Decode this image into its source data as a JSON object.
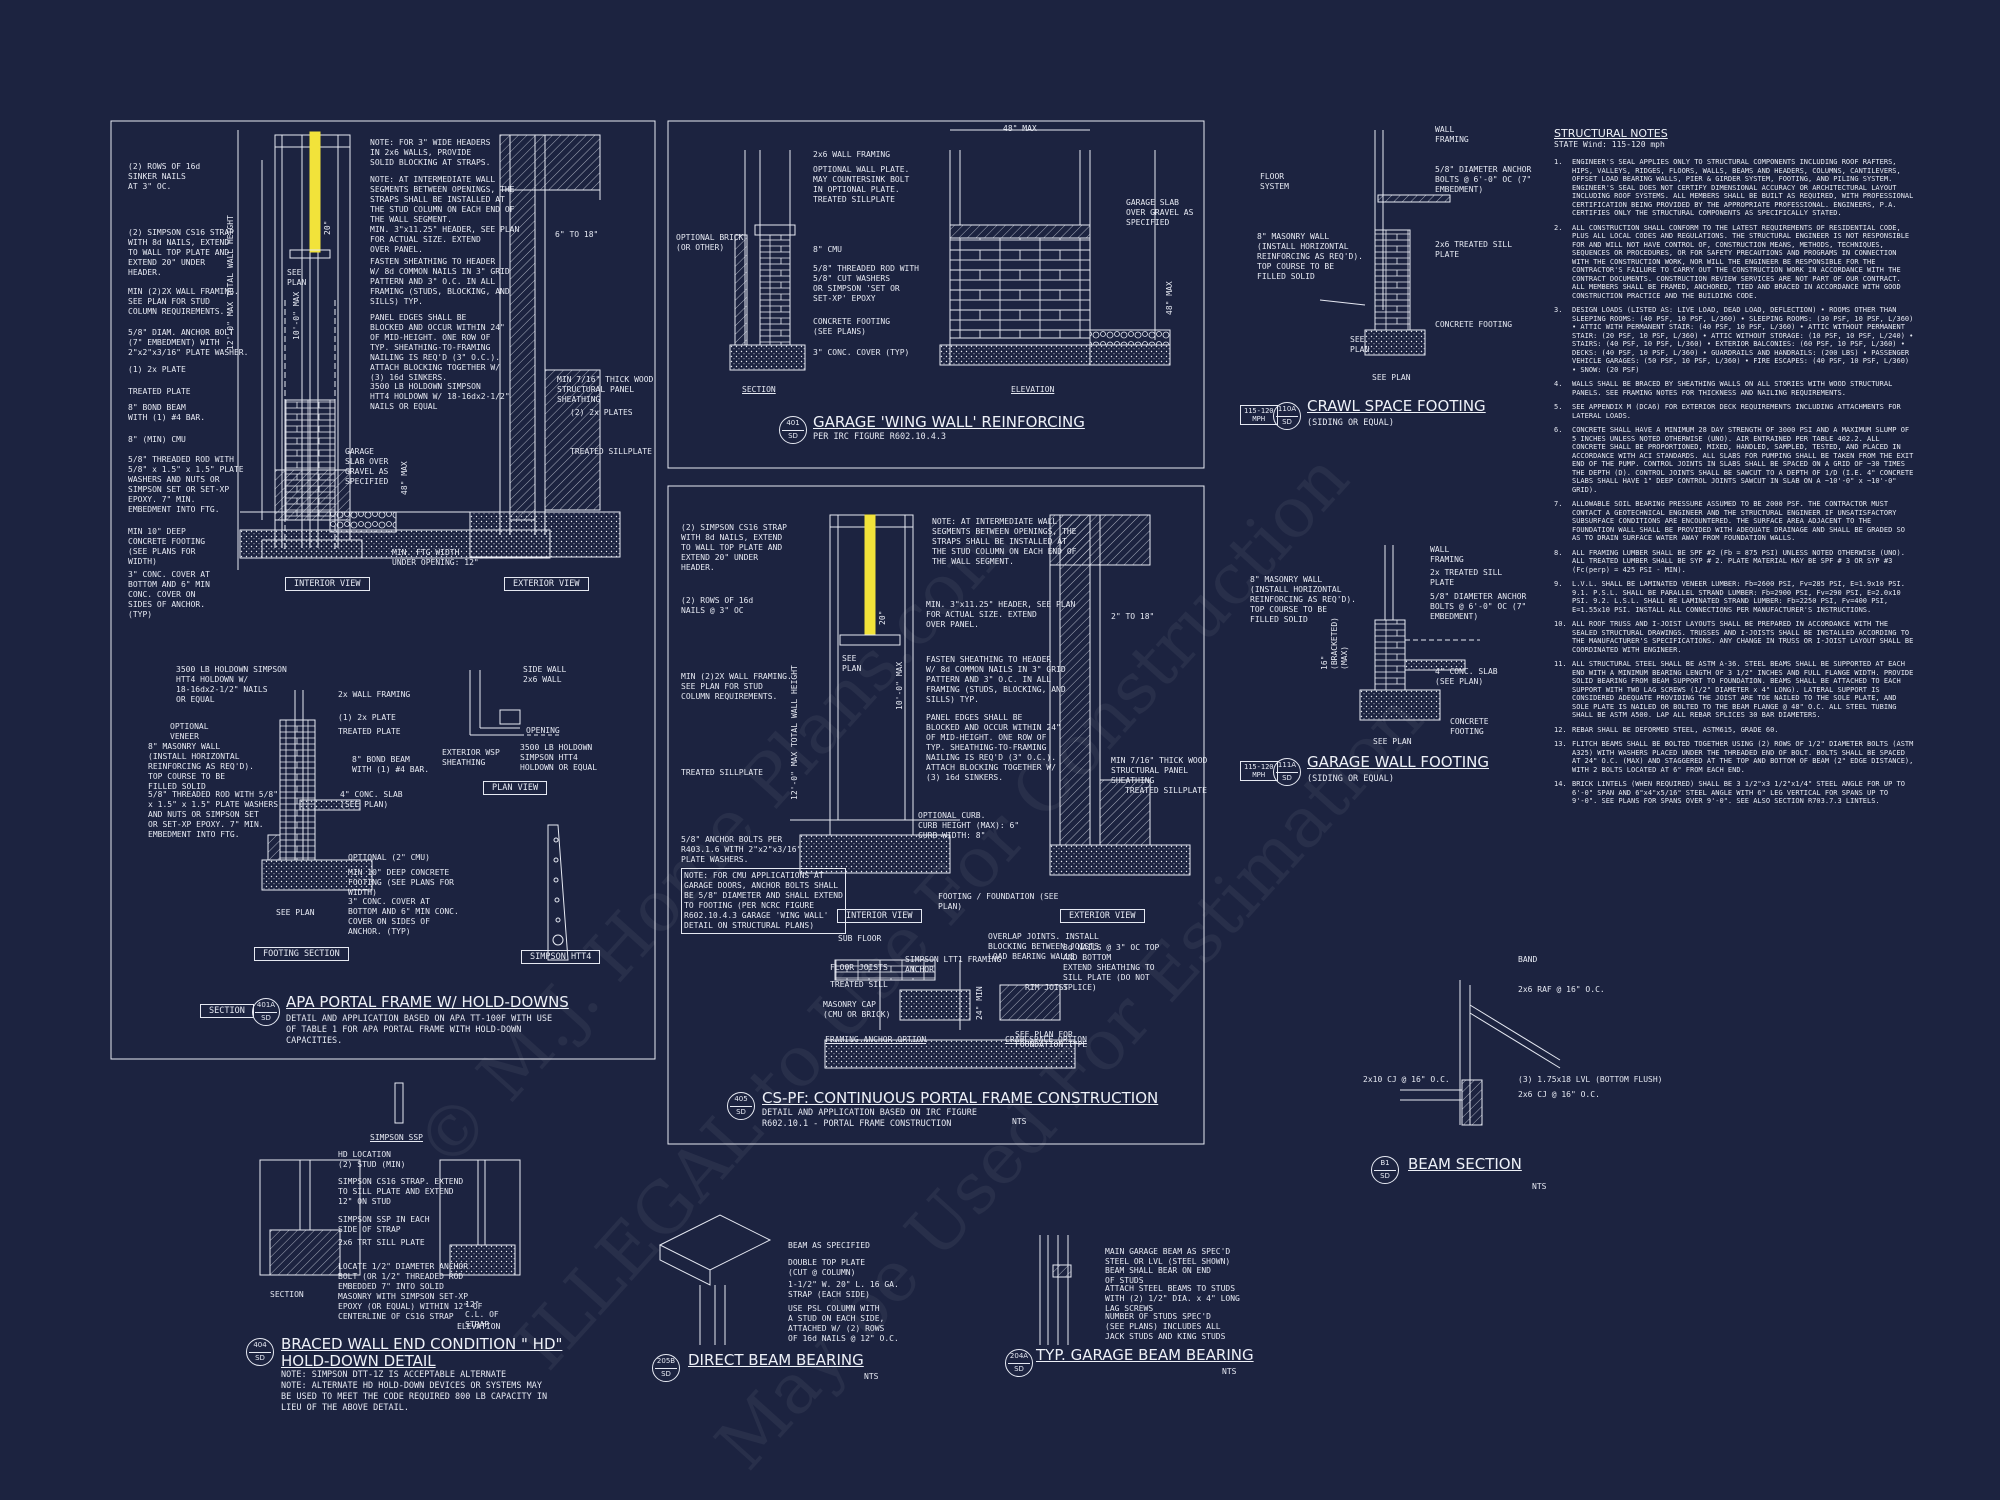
{
  "colors": {
    "background": "#1c2340",
    "line": "#e6e9f2",
    "highlight": "#f2e33a"
  },
  "watermark": {
    "line1": "© M.J. Home Plans.com",
    "line2": "ILLEGAL to Use For Construction",
    "line3": "May be Used For Estimation"
  },
  "portal_frame": {
    "title": "APA PORTAL FRAME W/ HOLD-DOWNS",
    "section_label": "SECTION",
    "bubble_top": "401A",
    "bubble_bottom": "SD",
    "subtitle": "DETAIL AND APPLICATION BASED ON APA TT-100F WITH USE\nOF TABLE 1 FOR APA PORTAL FRAME WITH HOLD-DOWN\nCAPACITIES.",
    "interior_view": "INTERIOR VIEW",
    "exterior_view": "EXTERIOR VIEW",
    "footing_section": "FOOTING SECTION",
    "plan_view": "PLAN VIEW",
    "simpson": "SIMPSON HTT4",
    "labels": {
      "l1": "(2) ROWS OF 16d\nSINKER NAILS\nAT 3\" OC.",
      "l2": "(2) SIMPSON CS16 STRAP\nWITH 8d NAILS, EXTEND\nTO WALL TOP PLATE AND\nEXTEND 20\" UNDER\nHEADER.",
      "l3": "MIN (2)2X WALL FRAMING.\nSEE PLAN FOR STUD\nCOLUMN REQUIREMENTS.",
      "l4": "5/8\" DIAM. ANCHOR BOLT\n(7\" EMBEDMENT) WITH\n2\"x2\"x3/16\" PLATE WASHER.",
      "l5": "(1) 2x PLATE",
      "l6": "TREATED PLATE",
      "l7": "8\" BOND BEAM\nWITH (1) #4 BAR.",
      "l8": "8\" (MIN) CMU",
      "l9": "5/8\" THREADED ROD WITH\n5/8\" x 1.5\" x 1.5\" PLATE\nWASHERS AND NUTS OR\nSIMPSON SET OR SET-XP\nEPOXY. 7\" MIN.\nEMBEDMENT INTO FTG.",
      "l10": "MIN 10\" DEEP\nCONCRETE FOOTING\n(SEE PLANS FOR\nWIDTH)",
      "l11": "3\" CONC. COVER AT\nBOTTOM AND 6\" MIN\nCONC. COVER ON\nSIDES OF ANCHOR.\n(TYP)",
      "r1": "NOTE: FOR 3\" WIDE HEADERS\nIN 2x6 WALLS, PROVIDE\nSOLID BLOCKING AT STRAPS.",
      "r2": "NOTE: AT INTERMEDIATE WALL\nSEGMENTS BETWEEN OPENINGS, THE\nSTRAPS SHALL BE INSTALLED AT\nTHE STUD COLUMN ON EACH END OF\nTHE WALL SEGMENT.",
      "r3": "MIN. 3\"x11.25\" HEADER, SEE PLAN\nFOR ACTUAL SIZE. EXTEND\nOVER PANEL.",
      "r4": "FASTEN SHEATHING TO HEADER\nW/ 8d COMMON NAILS IN 3\" GRID\nPATTERN AND 3\" O.C. IN ALL\nFRAMING (STUDS, BLOCKING, AND\nSILLS) TYP.",
      "r5": "PANEL EDGES SHALL BE\nBLOCKED AND OCCUR WITHIN 24\"\nOF MID-HEIGHT. ONE ROW OF\nTYP. SHEATHING-TO-FRAMING\nNAILING IS REQ'D (3\" O.C.).\nATTACH BLOCKING TOGETHER W/\n(3) 16d SINKERS.",
      "r6": "3500 LB HOLDOWN SIMPSON\nHTT4 HOLDOWN W/ 18-16dx2-1/2\"\nNAILS OR EQUAL",
      "r7": "GARAGE\nSLAB OVER\nGRAVEL AS\nSPECIFIED",
      "r8": "MIN. FTG WIDTH\nUNDER OPENING: 12\"",
      "e1": "6\" TO 18\"",
      "e2": "MIN 7/16\" THICK WOOD\nSTRUCTURAL PANEL\nSHEATHING",
      "e3": "(2) 2x PLATES",
      "e4": "TREATED SILLPLATE",
      "f1": "3500 LB HOLDOWN SIMPSON\nHTT4 HOLDOWN W/\n18-16dx2-1/2\" NAILS\nOR EQUAL",
      "f2": "2x WALL FRAMING",
      "f3": "OPTIONAL\nVENEER",
      "f4": "(1) 2x PLATE",
      "f5": "TREATED PLATE",
      "f6": "8\" MASONRY WALL\n(INSTALL HORIZONTAL\nREINFORCING AS REQ'D).\nTOP COURSE TO BE\nFILLED SOLID",
      "f7": "8\" BOND BEAM\nWITH (1) #4 BAR.",
      "f8": "5/8\" THREADED ROD WITH 5/8\"\nx 1.5\" x 1.5\" PLATE WASHERS\nAND NUTS OR SIMPSON SET\nOR SET-XP EPOXY. 7\" MIN.\nEMBEDMENT INTO FTG.",
      "f9": "4\" CONC. SLAB\n(SEE PLAN)",
      "f10": "OPTIONAL (2\" CMU)",
      "f11": "MIN 10\" DEEP CONCRETE\nFOOTING (SEE PLANS FOR\nWIDTH)",
      "f12": "3\" CONC. COVER AT\nBOTTOM AND 6\" MIN CONC.\nCOVER ON SIDES OF\nANCHOR. (TYP)",
      "f13": "SEE PLAN",
      "p1": "SIDE WALL",
      "p2": "2x6 WALL",
      "p3": "OPENING",
      "p4": "EXTERIOR WSP\nSHEATHING",
      "p5": "3500 LB HOLDOWN\nSIMPSON HTT4\nHOLDOWN OR EQUAL",
      "dim1": "12'-0\" MAX TOTAL WALL HEIGHT",
      "dim2": "10'-0\" MAX",
      "dim3": "48\" MAX",
      "dim4": "20\"",
      "see_plan": "SEE\nPLAN"
    }
  },
  "wing_wall": {
    "title": "GARAGE 'WING WALL' REINFORCING",
    "bubble_top": "401",
    "bubble_bottom": "SD",
    "subtitle": "PER IRC FIGURE R602.10.4.3",
    "section": "SECTION",
    "elevation": "ELEVATION",
    "labels": {
      "a1": "2x6 WALL FRAMING",
      "a2": "OPTIONAL WALL PLATE.\nMAY COUNTERSINK BOLT\nIN OPTIONAL PLATE.",
      "a3": "TREATED SILLPLATE",
      "a4": "OPTIONAL BRICK\n(OR OTHER)",
      "a5": "8\" CMU",
      "a6": "5/8\" THREADED ROD WITH\n5/8\" CUT WASHERS\nOR SIMPSON 'SET OR\nSET-XP' EPOXY",
      "a7": "CONCRETE FOOTING\n(SEE PLANS)",
      "a8": "3\" CONC. COVER (TYP)",
      "a9": "48\" MAX",
      "a10": "GARAGE SLAB\nOVER GRAVEL AS\nSPECIFIED",
      "a11": "48\" MAX"
    }
  },
  "cspf": {
    "title": "CS-PF: CONTINUOUS PORTAL FRAME CONSTRUCTION",
    "bubble_top": "405",
    "bubble_bottom": "SD",
    "subtitle": "DETAIL AND APPLICATION BASED ON IRC FIGURE\nR602.10.1 - PORTAL FRAME CONSTRUCTION",
    "nts": "NTS",
    "interior_view": "INTERIOR VIEW",
    "exterior_view": "EXTERIOR VIEW",
    "labels": {
      "c1": "(2) SIMPSON CS16 STRAP\nWITH 8d NAILS, EXTEND\nTO WALL TOP PLATE AND\nEXTEND 20\" UNDER\nHEADER.",
      "c2": "(2) ROWS OF 16d\nNAILS @ 3\" OC",
      "c3": "MIN (2)2X WALL FRAMING.\nSEE PLAN FOR STUD\nCOLUMN REQUIREMENTS.",
      "c4": "TREATED SILLPLATE",
      "c5": "5/8\" ANCHOR BOLTS PER\nR403.1.6 WITH 2\"x2\"x3/16\"\nPLATE WASHERS.",
      "c6": "NOTE: FOR CMU APPLICATIONS AT\nGARAGE DOORS, ANCHOR BOLTS SHALL\nBE 5/8\" DIAMETER AND SHALL EXTEND\nTO FOOTING (PER NCRC FIGURE\nR602.10.4.3 GARAGE 'WING WALL'\nDETAIL ON STRUCTURAL PLANS)",
      "c7": "NOTE: AT INTERMEDIATE WALL\nSEGMENTS BETWEEN OPENINGS, THE\nSTRAPS SHALL BE INSTALLED AT\nTHE STUD COLUMN ON EACH END OF\nTHE WALL SEGMENT.",
      "c8": "MIN. 3\"x11.25\" HEADER, SEE PLAN\nFOR ACTUAL SIZE. EXTEND\nOVER PANEL.",
      "c9": "FASTEN SHEATHING TO HEADER\nW/ 8d COMMON NAILS IN 3\" GRID\nPATTERN AND 3\" O.C. IN ALL\nFRAMING (STUDS, BLOCKING, AND\nSILLS) TYP.",
      "c10": "PANEL EDGES SHALL BE\nBLOCKED AND OCCUR WITHIN 24\"\nOF MID-HEIGHT. ONE ROW OF\nTYP. SHEATHING-TO-FRAMING\nNAILING IS REQ'D (3\" O.C.).\nATTACH BLOCKING TOGETHER W/\n(3) 16d SINKERS.",
      "c11": "2\" TO 18\"",
      "c12": "MIN 7/16\" THICK WOOD\nSTRUCTURAL PANEL\nSHEATHING",
      "c13": "TREATED SILLPLATE",
      "c14": "OPTIONAL CURB.\nCURB HEIGHT (MAX): 6\"\nCURB WIDTH: 8\"",
      "c15": "FOOTING / FOUNDATION (SEE\nPLAN)",
      "c16": "SUB FLOOR",
      "c17": "FLOOR JOISTS",
      "c18": "TREATED SILL",
      "c19": "MASONRY CAP\n(CMU OR BRICK)",
      "c20": "FRAMING ANCHOR OPTION",
      "c21": "OVERLAP JOINTS. INSTALL\nBLOCKING BETWEEN JOISTS\nLOAD BEARING WALLS",
      "c22": "SIMPSON LTT1 FRAMING\nANCHOR",
      "c23": "8d NAILS @ 3\" OC TOP\nAND BOTTOM",
      "c24": "EXTEND SHEATHING TO\nSILL PLATE (DO NOT\nSPLICE)",
      "c25": "SEE PLAN FOR\nFOUNDATION TYPE",
      "c26": "CRAWLSPACE OPTION",
      "c27": "RIM JOIST",
      "c28": "12'-0\" MAX TOTAL WALL HEIGHT",
      "c29": "10'-0\" MAX",
      "c30": "20\"",
      "c31": "SEE\nPLAN",
      "c32": "24\" MIN"
    }
  },
  "crawl": {
    "title": "CRAWL SPACE FOOTING",
    "bubble_top": "110A",
    "bubble_bottom": "SD",
    "mph": "115-120\nMPH",
    "subtitle": "(SIDING OR EQUAL)",
    "labels": {
      "k1": "WALL\nFRAMING",
      "k2": "FLOOR\nSYSTEM",
      "k3": "5/8\" DIAMETER ANCHOR\nBOLTS @ 6'-0\" OC (7\"\nEMBEDMENT)",
      "k4": "8\" MASONRY WALL\n(INSTALL HORIZONTAL\nREINFORCING AS REQ'D).\nTOP COURSE TO BE\nFILLED SOLID",
      "k5": "2x6 TREATED SILL\nPLATE",
      "k6": "CONCRETE FOOTING",
      "k7": "SEE PLAN",
      "k8": "SEE\nPLAN"
    }
  },
  "garage_wall": {
    "title": "GARAGE WALL FOOTING",
    "bubble_top": "111A",
    "bubble_bottom": "SD",
    "mph": "115-120\nMPH",
    "subtitle": "(SIDING OR EQUAL)",
    "labels": {
      "g1": "WALL\nFRAMING",
      "g2": "8\" MASONRY WALL\n(INSTALL HORIZONTAL\nREINFORCING AS REQ'D).\nTOP COURSE TO BE\nFILLED SOLID",
      "g3": "2x TREATED SILL\nPLATE",
      "g4": "5/8\" DIAMETER ANCHOR\nBOLTS @ 6'-0\" OC (7\"\nEMBEDMENT)",
      "g5": "4\" CONC. SLAB\n(SEE PLAN)",
      "g6": "CONCRETE\nFOOTING",
      "g7": "SEE PLAN",
      "g8": "16\"\n(BRACKETED)\n(MAX)"
    }
  },
  "notes": {
    "title": "STRUCTURAL NOTES",
    "wind": "STATE Wind: 115-120 mph",
    "items": [
      {
        "num": "1.",
        "text": "ENGINEER'S SEAL APPLIES ONLY TO STRUCTURAL COMPONENTS INCLUDING ROOF RAFTERS, HIPS, VALLEYS, RIDGES, FLOORS, WALLS, BEAMS AND HEADERS, COLUMNS, CANTILEVERS, OFFSET LOAD BEARING WALLS, PIER & GIRDER SYSTEM, FOOTING, AND PILING SYSTEM. ENGINEER'S SEAL DOES NOT CERTIFY DIMENSIONAL ACCURACY OR ARCHITECTURAL LAYOUT INCLUDING ROOF SYSTEMS. ALL MEMBERS SHALL BE BUILT AS REQUIRED, WITH PROFESSIONAL CERTIFICATION BEING PROVIDED BY THE APPROPRIATE PROFESSIONAL. ENGINEERS, P.A. CERTIFIES ONLY THE STRUCTURAL COMPONENTS AS SPECIFICALLY STATED."
      },
      {
        "num": "2.",
        "text": "ALL CONSTRUCTION SHALL CONFORM TO THE LATEST REQUIREMENTS OF RESIDENTIAL CODE, PLUS ALL LOCAL CODES AND REGULATIONS. THE STRUCTURAL ENGINEER IS NOT RESPONSIBLE FOR AND WILL NOT HAVE CONTROL OF, CONSTRUCTION MEANS, METHODS, TECHNIQUES, SEQUENCES OR PROCEDURES, OR FOR SAFETY PRECAUTIONS AND PROGRAMS IN CONNECTION WITH THE CONSTRUCTION WORK, NOR WILL THE ENGINEER BE RESPONSIBLE FOR THE CONTRACTOR'S FAILURE TO CARRY OUT THE CONSTRUCTION WORK IN ACCORDANCE WITH THE CONTRACT DOCUMENTS. CONSTRUCTION REVIEW SERVICES ARE NOT PART OF OUR CONTRACT. ALL MEMBERS SHALL BE FRAMED, ANCHORED, TIED AND BRACED IN ACCORDANCE WITH GOOD CONSTRUCTION PRACTICE AND THE BUILDING CODE."
      },
      {
        "num": "3.",
        "text": "DESIGN LOADS (LISTED AS: LIVE LOAD, DEAD LOAD, DEFLECTION) • ROOMS OTHER THAN SLEEPING ROOMS: (40 PSF, 10 PSF, L/360) • SLEEPING ROOMS: (30 PSF, 10 PSF, L/360) • ATTIC WITH PERMANENT STAIR: (40 PSF, 10 PSF, L/360) • ATTIC WITHOUT PERMANENT STAIR: (20 PSF, 10 PSF, L/360) • ATTIC WITHOUT STORAGE: (10 PSF, 10 PSF, L/240) • STAIRS: (40 PSF, 10 PSF, L/360) • EXTERIOR BALCONIES: (60 PSF, 10 PSF, L/360) • DECKS: (40 PSF, 10 PSF, L/360) • GUARDRAILS AND HANDRAILS: (200 LBS) • PASSENGER VEHICLE GARAGES: (50 PSF, 10 PSF, L/360) • FIRE ESCAPES: (40 PSF, 10 PSF, L/360) • SNOW: (20 PSF)"
      },
      {
        "num": "4.",
        "text": "WALLS SHALL BE BRACED BY SHEATHING WALLS ON ALL STORIES WITH WOOD STRUCTURAL PANELS. SEE FRAMING NOTES FOR THICKNESS AND NAILING REQUIREMENTS."
      },
      {
        "num": "5.",
        "text": "SEE APPENDIX M (DCA6) FOR EXTERIOR DECK REQUIREMENTS INCLUDING ATTACHMENTS FOR LATERAL LOADS."
      },
      {
        "num": "6.",
        "text": "CONCRETE SHALL HAVE A MINIMUM 28 DAY STRENGTH OF 3000 PSI AND A MAXIMUM SLUMP OF 5 INCHES UNLESS NOTED OTHERWISE (UNO). AIR ENTRAINED PER TABLE 402.2. ALL CONCRETE SHALL BE PROPORTIONED, MIXED, HANDLED, SAMPLED, TESTED, AND PLACED IN ACCORDANCE WITH ACI STANDARDS. ALL SLABS FOR PUMPING SHALL BE TAKEN FROM THE EXIT END OF THE PUMP. CONTROL JOINTS IN SLABS SHALL BE SPACED ON A GRID OF ~30 TIMES THE DEPTH (D). CONTROL JOINTS SHALL BE SAWCUT TO A DEPTH OF 1/D (I.E. 4\" CONCRETE SLABS SHALL HAVE 1\" DEEP CONTROL JOINTS SAWCUT IN SLAB ON A ~10'-0\" x ~10'-0\" GRID)."
      },
      {
        "num": "7.",
        "text": "ALLOWABLE SOIL BEARING PRESSURE ASSUMED TO BE 2000 PSF. THE CONTRACTOR MUST CONTACT A GEOTECHNICAL ENGINEER AND THE STRUCTURAL ENGINEER IF UNSATISFACTORY SUBSURFACE CONDITIONS ARE ENCOUNTERED. THE SURFACE AREA ADJACENT TO THE FOUNDATION WALL SHALL BE PROVIDED WITH ADEQUATE DRAINAGE AND SHALL BE GRADED SO AS TO DRAIN SURFACE WATER AWAY FROM FOUNDATION WALLS."
      },
      {
        "num": "8.",
        "text": "ALL FRAMING LUMBER SHALL BE SPF #2 (Fb = 875 PSI) UNLESS NOTED OTHERWISE (UNO). ALL TREATED LUMBER SHALL BE SYP # 2. PLATE MATERIAL MAY BE SPF # 3 OR SYP #3 (Fc(perp) = 425 PSI - MIN)."
      },
      {
        "num": "9.",
        "text": "L.V.L. SHALL BE LAMINATED VENEER LUMBER: Fb=2600 PSI, Fv=285 PSI, E=1.9x10 PSI. 9.1. P.S.L. SHALL BE PARALLEL STRAND LUMBER: Fb=2900 PSI, Fv=290 PSI, E=2.0x10 PSI. 9.2. L.S.L. SHALL BE LAMINATED STRAND LUMBER: Fb=2250 PSI, Fv=400 PSI, E=1.55x10 PSI. INSTALL ALL CONNECTIONS PER MANUFACTURER'S INSTRUCTIONS."
      },
      {
        "num": "10.",
        "text": "ALL ROOF TRUSS AND I-JOIST LAYOUTS SHALL BE PREPARED IN ACCORDANCE WITH THE SEALED STRUCTURAL DRAWINGS. TRUSSES AND I-JOISTS SHALL BE INSTALLED ACCORDING TO THE MANUFACTURER'S SPECIFICATIONS. ANY CHANGE IN TRUSS OR I-JOIST LAYOUT SHALL BE COORDINATED WITH ENGINEER."
      },
      {
        "num": "11.",
        "text": "ALL STRUCTURAL STEEL SHALL BE ASTM A-36. STEEL BEAMS SHALL BE SUPPORTED AT EACH END WITH A MINIMUM BEARING LENGTH OF 3 1/2\" INCHES AND FULL FLANGE WIDTH. PROVIDE SOLID BEARING FROM BEAM SUPPORT TO FOUNDATION. BEAMS SHALL BE ATTACHED TO EACH SUPPORT WITH TWO LAG SCREWS (1/2\" DIAMETER x 4\" LONG). LATERAL SUPPORT IS CONSIDERED ADEQUATE PROVIDING THE JOIST ARE TOE NAILED TO THE SOLE PLATE, AND SOLE PLATE IS NAILED OR BOLTED TO THE BEAM FLANGE @ 48\" O.C. ALL STEEL TUBING SHALL BE ASTM A500. LAP ALL REBAR SPLICES 30 BAR DIAMETERS."
      },
      {
        "num": "12.",
        "text": "REBAR SHALL BE DEFORMED STEEL, ASTM615, GRADE 60."
      },
      {
        "num": "13.",
        "text": "FLITCH BEAMS SHALL BE BOLTED TOGETHER USING (2) ROWS OF 1/2\" DIAMETER BOLTS (ASTM A325) WITH WASHERS PLACED UNDER THE THREADED END OF BOLT. BOLTS SHALL BE SPACED AT 24\" O.C. (MAX) AND STAGGERED AT THE TOP AND BOTTOM OF BEAM (2\" EDGE DISTANCE), WITH 2 BOLTS LOCATED AT 6\" FROM EACH END."
      },
      {
        "num": "14.",
        "text": "BRICK LINTELS (WHEN REQUIRED) SHALL BE 3 1/2\"x3 1/2\"x1/4\" STEEL ANGLE FOR UP TO 6'-0\" SPAN AND 6\"x4\"x5/16\" STEEL ANGLE WITH 6\" LEG VERTICAL FOR SPANS UP TO 9'-0\". SEE PLANS FOR SPANS OVER 9'-0\". SEE ALSO SECTION R703.7.3 LINTELS."
      }
    ]
  },
  "beam_section": {
    "title": "BEAM SECTION",
    "bubble_top": "B1",
    "bubble_bottom": "SD",
    "nts": "NTS",
    "labels": {
      "b1": "BAND",
      "b2": "2x6 RAF @ 16\" O.C.",
      "b3": "2x10 CJ @ 16\" O.C.",
      "b4": "(3) 1.75x18 LVL (BOTTOM FLUSH)",
      "b5": "2x6 CJ @ 16\" O.C."
    }
  },
  "braced_wall": {
    "title": "BRACED WALL END CONDITION \" HD\"\nHOLD-DOWN DETAIL",
    "bubble_top": "404",
    "bubble_bottom": "SD",
    "subtitle": "NOTE: SIMPSON DTT-1Z IS ACCEPTABLE ALTERNATE\nNOTE: ALTERNATE HD HOLD-DOWN DEVICES OR SYSTEMS MAY\nBE USED TO MEET THE CODE REQUIRED 800 LB CAPACITY IN\nLIEU OF THE ABOVE DETAIL.",
    "labels": {
      "h1": "SIMPSON SSP",
      "h2": "HD LOCATION\n(2) STUD (MIN)",
      "h3": "SIMPSON CS16 STRAP. EXTEND\nTO SILL PLATE AND EXTEND\n12\" ON STUD",
      "h4": "SIMPSON SSP IN EACH\nSIDE OF STRAP",
      "h5": "2x6 TRT SILL PLATE",
      "h6": "LOCATE 1/2\" DIAMETER ANCHOR\nBOLT (OR 1/2\" THREADED ROD\nEMBEDDED 7\" INTO SOLID\nMASONRY WITH SIMPSON SET-XP\nEPOXY (OR EQUAL) WITHIN 12\" OF\nCENTERLINE OF CS16 STRAP",
      "h7": "12\"\nC.L. OF\nSTRAP",
      "h8": "SECTION",
      "h9": "ELEVATION"
    }
  },
  "direct_beam": {
    "title": "DIRECT BEAM BEARING",
    "bubble_top": "205B",
    "bubble_bottom": "SD",
    "nts": "NTS",
    "labels": {
      "d1": "BEAM AS SPECIFIED",
      "d2": "DOUBLE TOP PLATE\n(CUT @ COLUMN)",
      "d3": "1-1/2\" W. 20\" L. 16 GA.\nSTRAP (EACH SIDE)",
      "d4": "USE PSL COLUMN WITH\nA STUD ON EACH SIDE,\nATTACHED W/ (2) ROWS\nOF 16d NAILS @ 12\" O.C."
    }
  },
  "garage_beam": {
    "title": "TYP. GARAGE BEAM BEARING",
    "bubble_top": "204A",
    "bubble_bottom": "SD",
    "nts": "NTS",
    "labels": {
      "t1": "MAIN GARAGE BEAM AS SPEC'D\nSTEEL OR LVL (STEEL SHOWN)",
      "t2": "BEAM SHALL BEAR ON END\nOF STUDS",
      "t3": "ATTACH STEEL BEAMS TO STUDS\nWITH (2) 1/2\" DIA. x 4\" LONG\nLAG SCREWS",
      "t4": "NUMBER OF STUDS SPEC'D\n(SEE PLANS) INCLUDES ALL\nJACK STUDS AND KING STUDS"
    }
  }
}
